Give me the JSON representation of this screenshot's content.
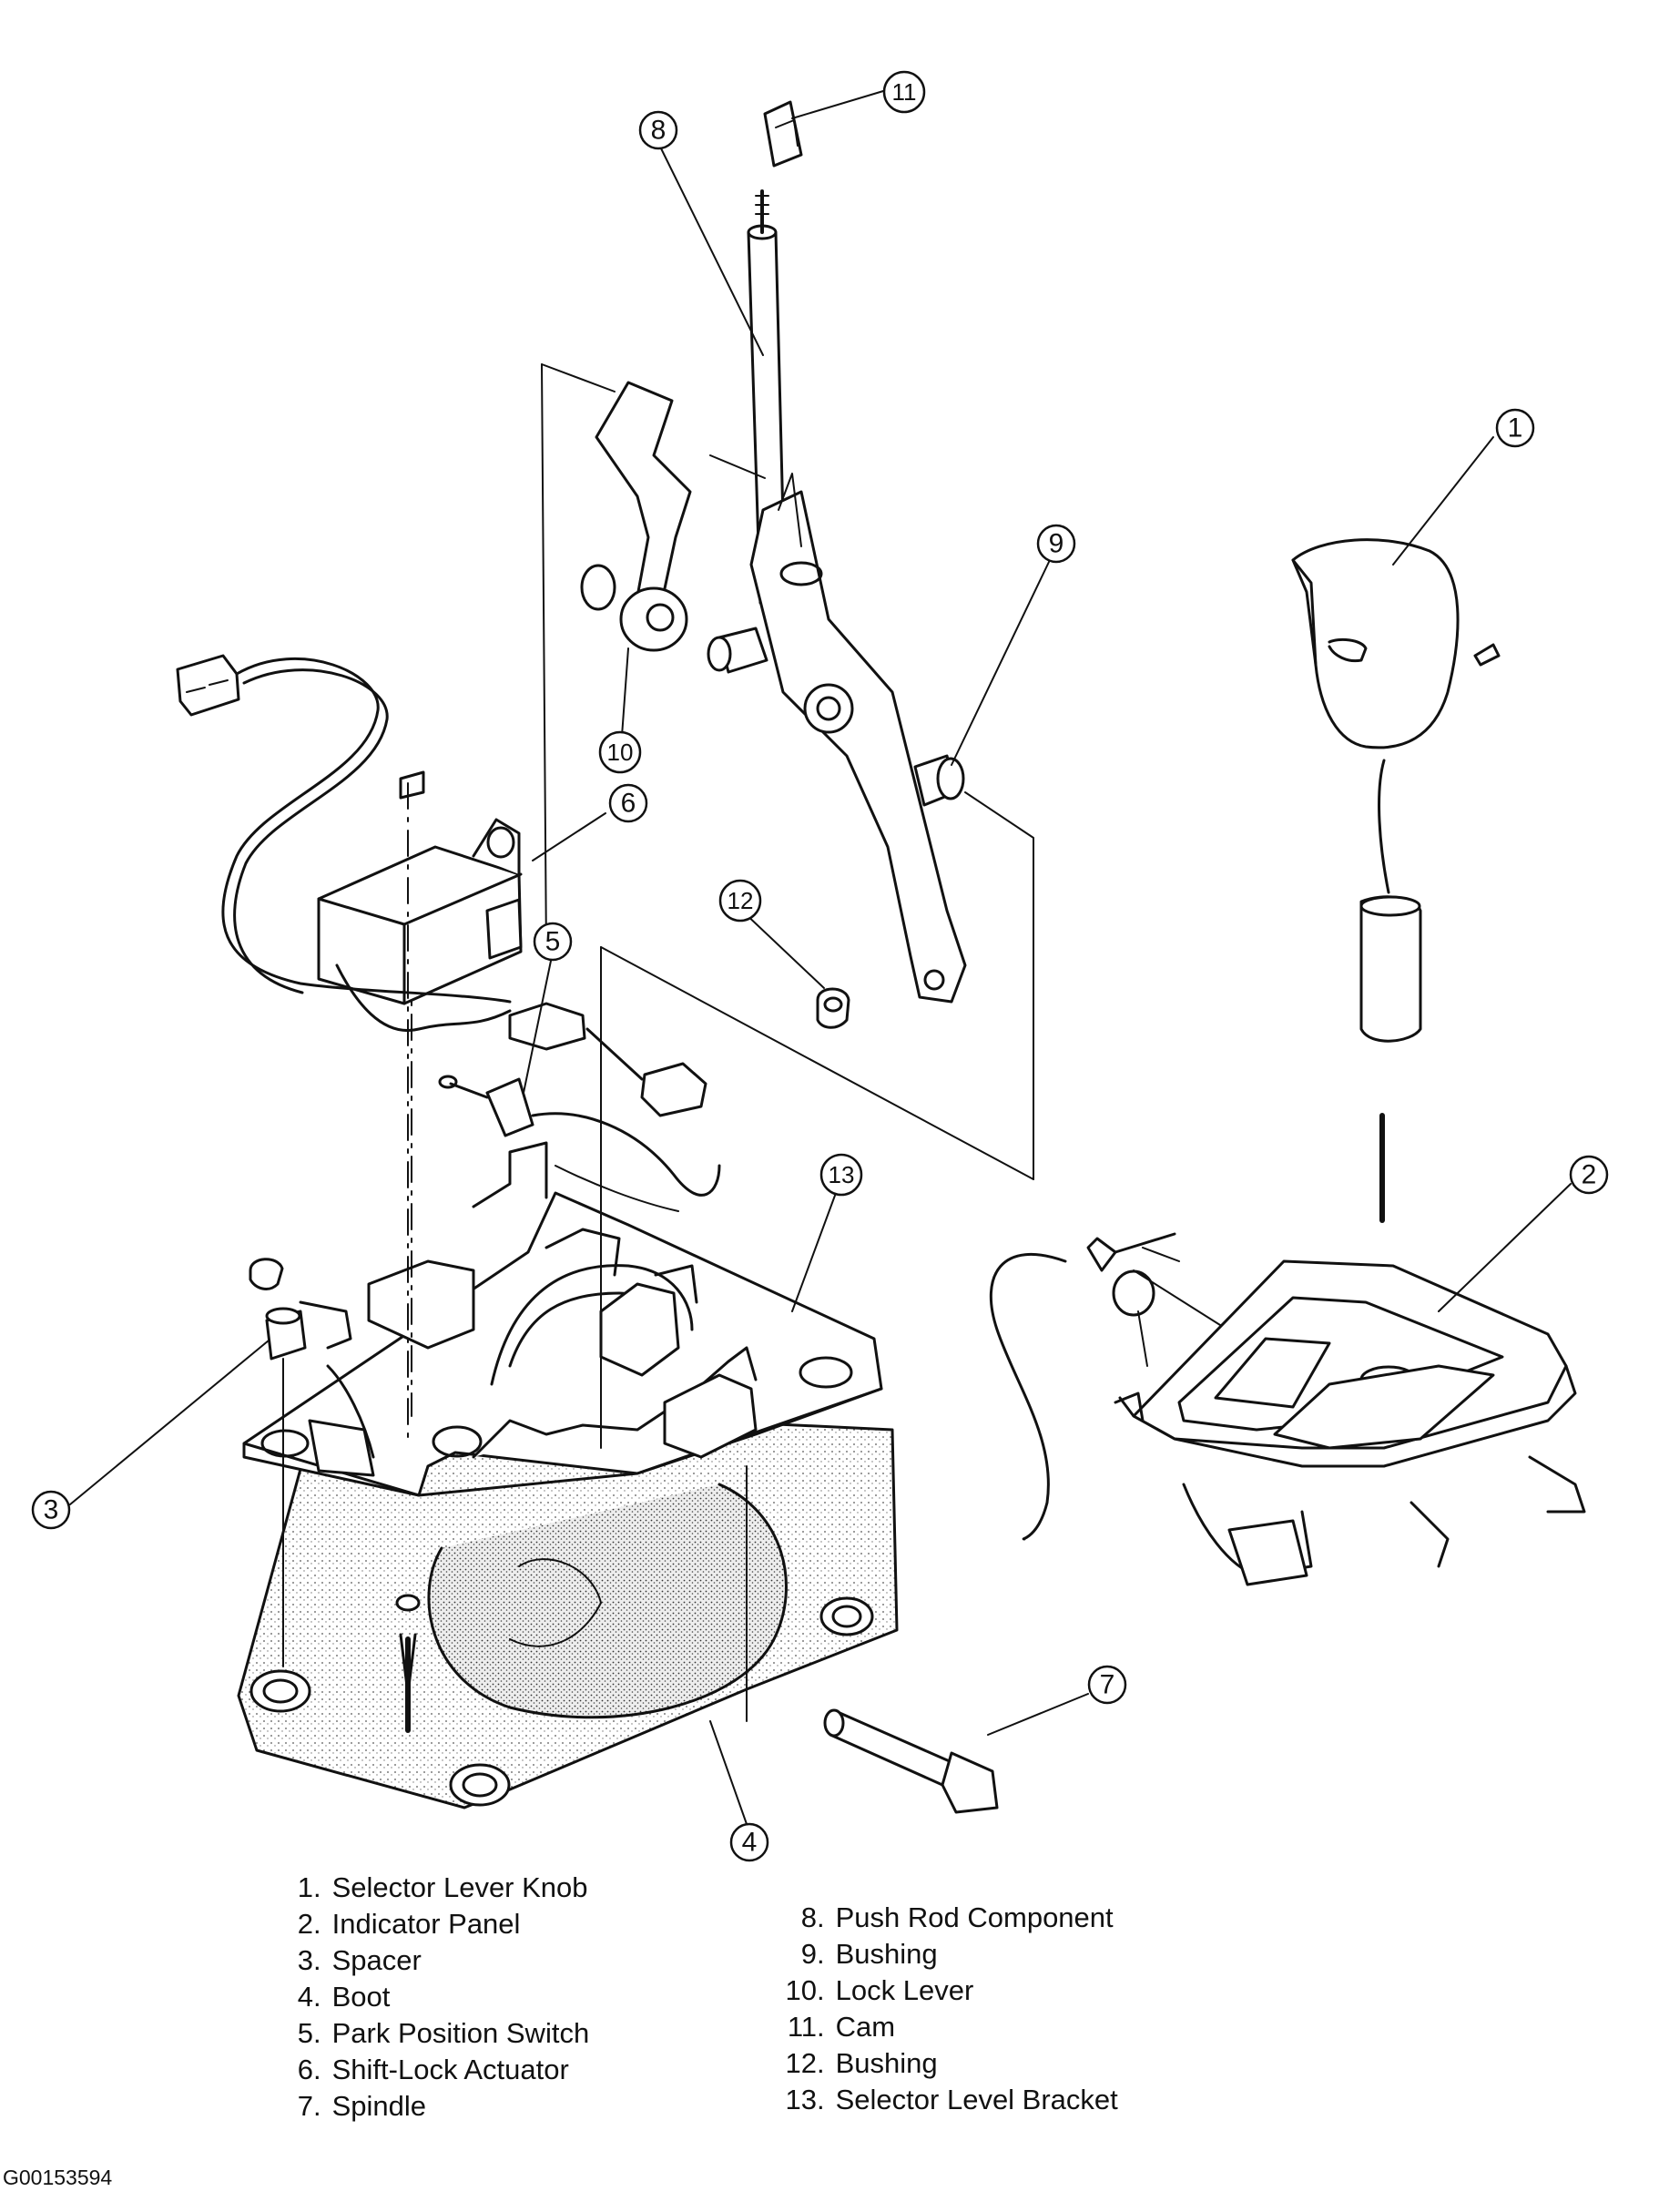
{
  "callouts": [
    "1",
    "2",
    "3",
    "4",
    "5",
    "6",
    "7",
    "8",
    "9",
    "10",
    "11",
    "12",
    "13"
  ],
  "legend": {
    "left": [
      {
        "n": "1",
        "label": "Selector Lever Knob"
      },
      {
        "n": "2",
        "label": "Indicator Panel"
      },
      {
        "n": "3",
        "label": "Spacer"
      },
      {
        "n": "4",
        "label": "Boot"
      },
      {
        "n": "5",
        "label": "Park Position Switch"
      },
      {
        "n": "6",
        "label": "Shift-Lock Actuator"
      },
      {
        "n": "7",
        "label": "Spindle"
      }
    ],
    "right": [
      {
        "n": "8",
        "label": "Push Rod Component"
      },
      {
        "n": "9",
        "label": "Bushing"
      },
      {
        "n": "10",
        "label": "Lock Lever"
      },
      {
        "n": "11",
        "label": "Cam"
      },
      {
        "n": "12",
        "label": "Bushing"
      },
      {
        "n": "13",
        "label": "Selector Level Bracket"
      }
    ]
  },
  "figure_code": "G00153594"
}
